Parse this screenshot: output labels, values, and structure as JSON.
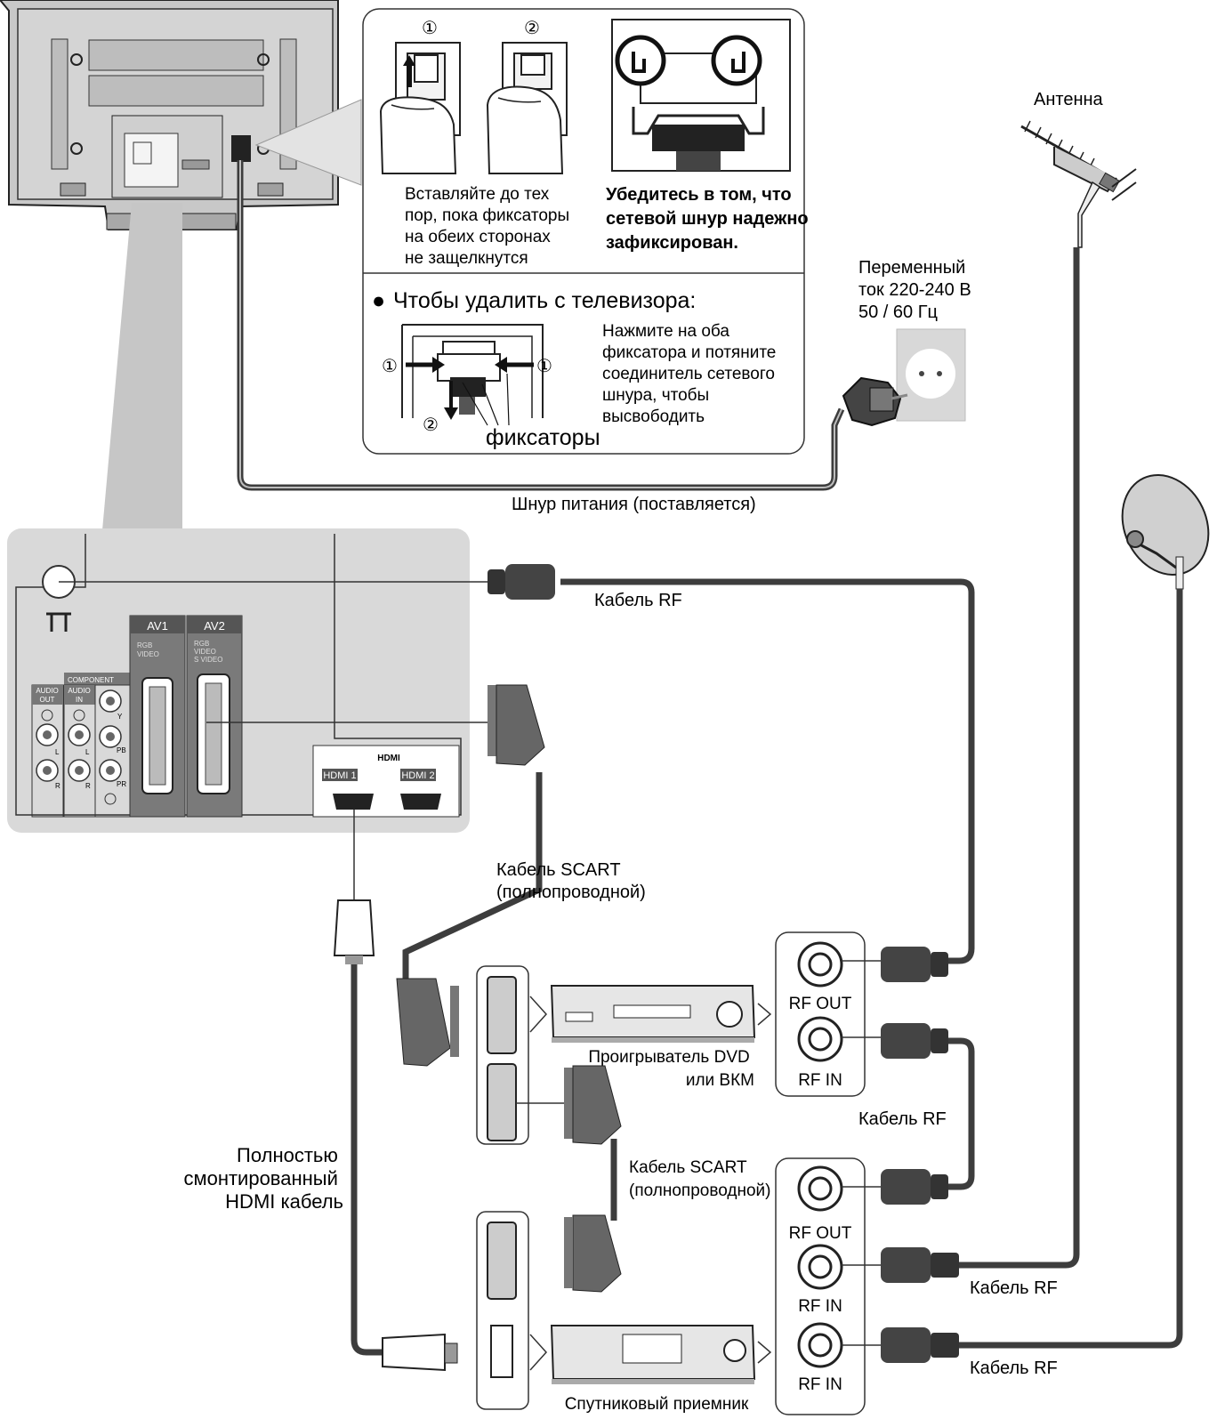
{
  "callout": {
    "step1_num": "①",
    "step2_num": "②",
    "insert_note": [
      "Вставляйте до тех",
      "пор, пока фиксаторы",
      "на обеих сторонах",
      "не защелкнутся"
    ],
    "secure_note": [
      "Убедитесь в том, что",
      "сетевой шнур надежно",
      "зафиксирован."
    ],
    "remove_bullet": "●",
    "remove_title": "Чтобы удалить с телевизора:",
    "remove_note": [
      "Нажмите на оба",
      "фиксатора и потяните",
      "соединитель сетевого",
      "шнура, чтобы",
      "высвободить"
    ],
    "latches_label": "фиксаторы"
  },
  "labels": {
    "antenna": "Антенна",
    "mains": [
      "Переменный",
      "ток 220-240 В",
      "50 / 60 Гц"
    ],
    "power_cord": "Шнур питания (поставляется)",
    "rf_cable_top": "Кабель RF",
    "scart_cable_top": [
      "Кабель SCART",
      "(полнопроводной)"
    ],
    "rf_cable_mid": "Кабель RF",
    "scart_cable_mid": [
      "Кабель SCART",
      "(полнопроводной)"
    ],
    "hdmi_cable": [
      "Полностью",
      "смонтированный",
      "HDMI кабель"
    ],
    "rf_cable_ant": "Кабель RF",
    "rf_cable_sat": "Кабель RF",
    "dvd_player": [
      "Проигрыватель DVD",
      "или ВКМ"
    ],
    "sat_receiver": "Спутниковый приемник",
    "rf_out_1": "RF OUT",
    "rf_in_1": "RF IN",
    "rf_out_2": "RF OUT",
    "rf_in_2": "RF IN",
    "rf_in_3": "RF IN"
  },
  "panel": {
    "av1": "AV1",
    "av2": "AV2",
    "av1_rgb": "RGB",
    "av1_video": "VIDEO",
    "av2_rgb": "RGB",
    "av2_video": "VIDEO",
    "av2_svideo": "S VIDEO",
    "component": "COMPONENT",
    "audio_out": [
      "AUDIO",
      "OUT"
    ],
    "audio_in": [
      "AUDIO",
      "IN"
    ],
    "l": "L",
    "r": "R",
    "y": "Y",
    "pb": "PB",
    "pr": "PR",
    "hdmi_logo": "HDMI",
    "hdmi1": "HDMI 1",
    "hdmi2": "HDMI 2"
  },
  "colors": {
    "cable": "#404040",
    "panel_bg": "#d9d9d9",
    "scart_bg": "#7a7a7a",
    "tv_back": "#c8c8c8"
  }
}
